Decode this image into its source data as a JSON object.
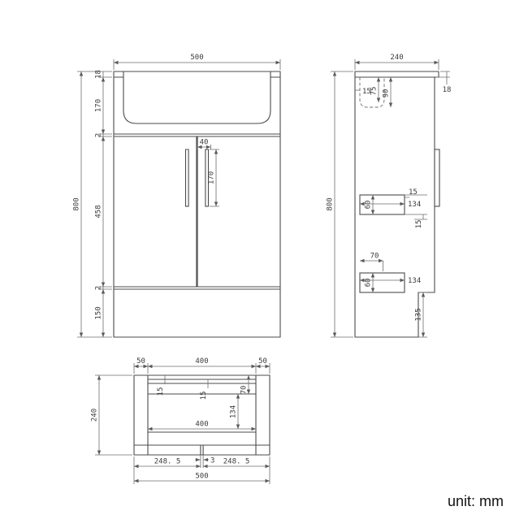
{
  "unit_label": "unit: mm",
  "front_view": {
    "overall_width": "500",
    "overall_height": "800",
    "top_thickness": "18",
    "basin_section_height": "170",
    "top_gap": "2",
    "door_height": "458",
    "bottom_gap": "2",
    "plinth_height": "150",
    "handle_offset": "40",
    "handle_length": "170"
  },
  "side_view": {
    "overall_depth": "240",
    "overall_height": "800",
    "top_thickness": "18",
    "basin_back_gap": "15",
    "basin_inner_depth": "75",
    "basin_depth": "90",
    "mid_rail_front_gap": "15",
    "mid_rail_depth": "134",
    "mid_rail_height": "60",
    "mid_rail_clearance": "15",
    "bottom_rail_offset": "70",
    "bottom_rail_depth": "134",
    "bottom_rail_height": "60",
    "plinth_height": "135"
  },
  "plan_view": {
    "left_side_width": "50",
    "top_inner_width": "400",
    "right_side_width": "50",
    "overall_depth": "240",
    "back_panel_thickness": "15",
    "rail_thickness": "15",
    "front_inset": "70",
    "inner_width": "400",
    "shelf_depth": "134",
    "left_door_width": "248. 5",
    "door_gap": "3",
    "right_door_width": "248. 5",
    "overall_width": "500"
  }
}
